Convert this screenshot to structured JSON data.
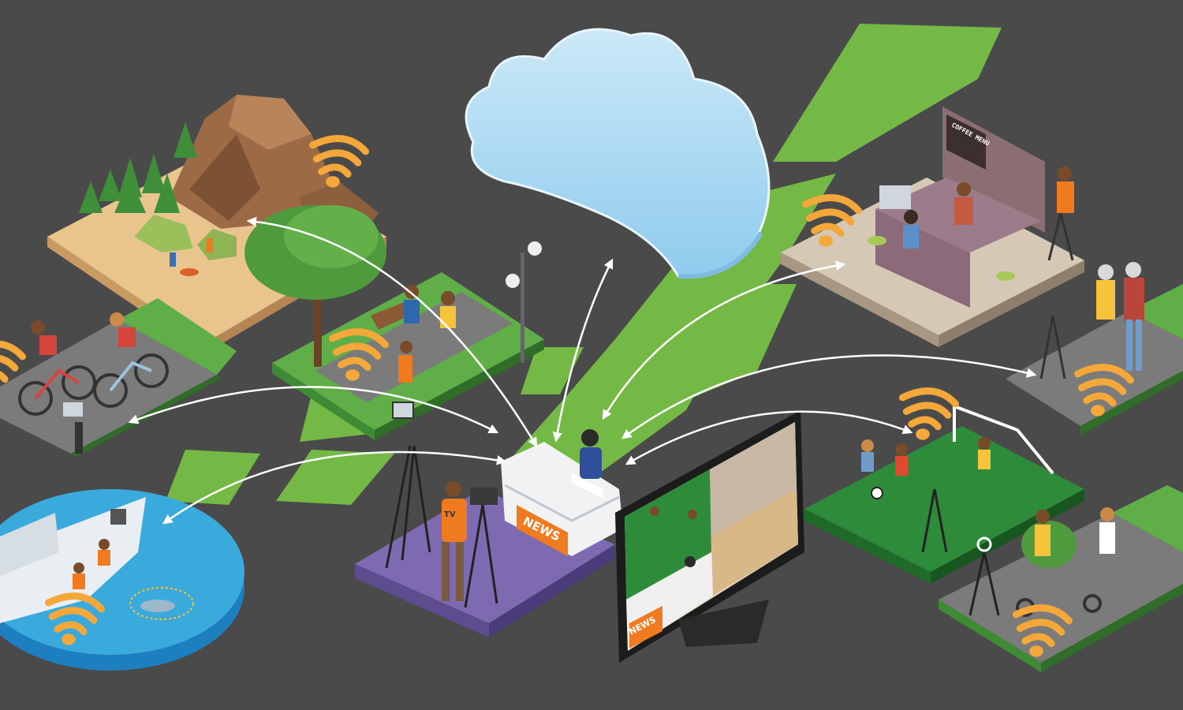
{
  "scene": {
    "background": "#4a4a4a",
    "brand_green": "#74b845",
    "signal_orange": "#f4a83a",
    "arrow_color": "#ffffff",
    "desk_orange": "#f07a1f"
  },
  "labels": {
    "desk_sign": "NEWS",
    "monitor_sign": "NEWS",
    "camera_badge": "TV",
    "cafe_board": "COFFEE MENU"
  },
  "icons": {
    "hub": "news-desk-icon",
    "cloud": "cloud-icon",
    "signal": "wifi-signal-icon",
    "camera": "camera-tripod-icon"
  }
}
